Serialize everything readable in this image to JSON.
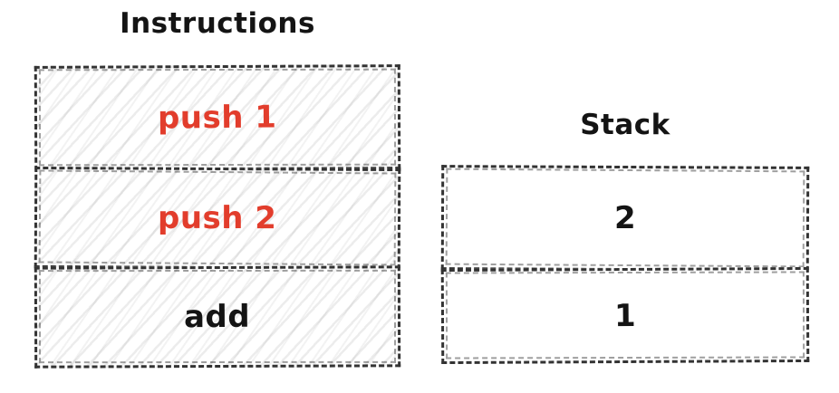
{
  "instructions": {
    "title": "Instructions",
    "items": [
      {
        "label": "push 1",
        "text_color": "#e23d2c"
      },
      {
        "label": "push 2",
        "text_color": "#e23d2c"
      },
      {
        "label": "add",
        "text_color": "#141414"
      }
    ]
  },
  "stack": {
    "title": "Stack",
    "items": [
      {
        "value": "2"
      },
      {
        "value": "1"
      }
    ]
  },
  "colors": {
    "background": "#ffffff",
    "border": "#333333",
    "hatch": "#e8e8e8",
    "highlight_red": "#e23d2c",
    "text_black": "#141414"
  }
}
